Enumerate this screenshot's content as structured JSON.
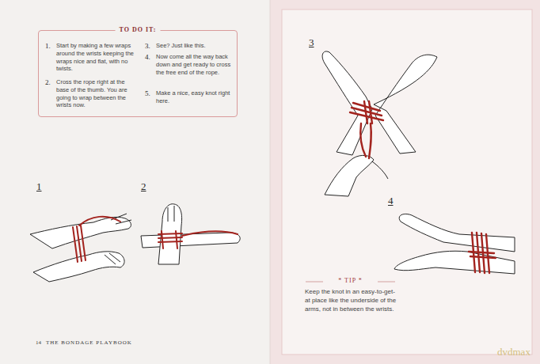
{
  "diagram": {
    "nodes": [
      {
        "text": [
          "TO DO IT:",
          "1.",
          "Start by making a few wraps around the wrists keeping the wraps nice and flat, with no twists.",
          "2.",
          "Cross the rope right at the base of the thumb. You are going to wrap between the wrists now.",
          "3.",
          "See? Just like this.",
          "4.",
          "Now come all the way back down and get ready to cross the free end of the rope.",
          "5.",
          "Make a nice, easy knot right here."
        ]
      }
    ],
    "labels": [
      "1",
      "2",
      "3",
      "4",
      "* TIP *",
      "Keep the knot in an easy-to-get-at place like the underside of the arms, not in between the wrists.",
      "14",
      "THE BONDAGE PLAYBOOK",
      "dvdmax"
    ]
  }
}
